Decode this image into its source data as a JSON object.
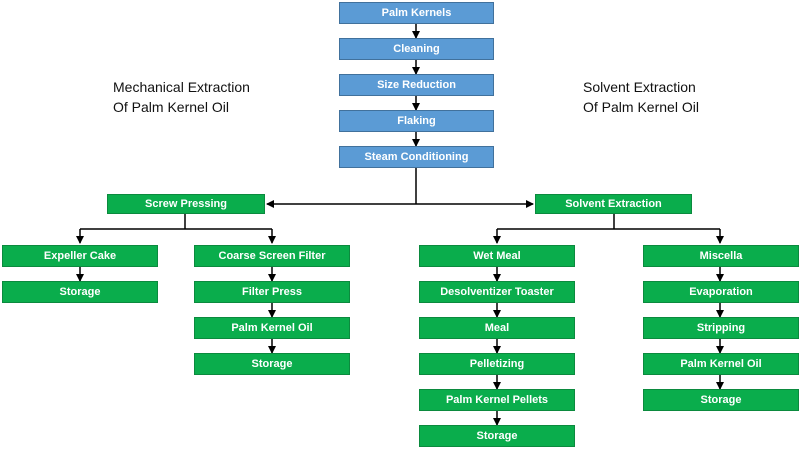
{
  "headings": {
    "mechanical": {
      "line1": "Mechanical Extraction",
      "line2": "Of Palm Kernel Oil"
    },
    "solvent": {
      "line1": "Solvent Extraction",
      "line2": "Of Palm Kernel Oil"
    }
  },
  "preprocessing": [
    "Palm Kernels",
    "Cleaning",
    "Size Reduction",
    "Flaking",
    "Steam Conditioning"
  ],
  "branches": {
    "screw_pressing": "Screw Pressing",
    "solvent_extraction": "Solvent Extraction"
  },
  "mechanical": {
    "expeller": [
      "Expeller Cake",
      "Storage"
    ],
    "filter": [
      "Coarse Screen Filter",
      "Filter Press",
      "Palm Kernel Oil",
      "Storage"
    ]
  },
  "solvent": {
    "wet_meal": [
      "Wet Meal",
      "Desolventizer Toaster",
      "Meal",
      "Pelletizing",
      "Palm Kernel Pellets",
      "Storage"
    ],
    "miscella": [
      "Miscella",
      "Evaporation",
      "Stripping",
      "Palm Kernel Oil",
      "Storage"
    ]
  },
  "colors": {
    "process_blue": "#5b9bd5",
    "process_green": "#0aad4c",
    "connector": "#000000"
  }
}
